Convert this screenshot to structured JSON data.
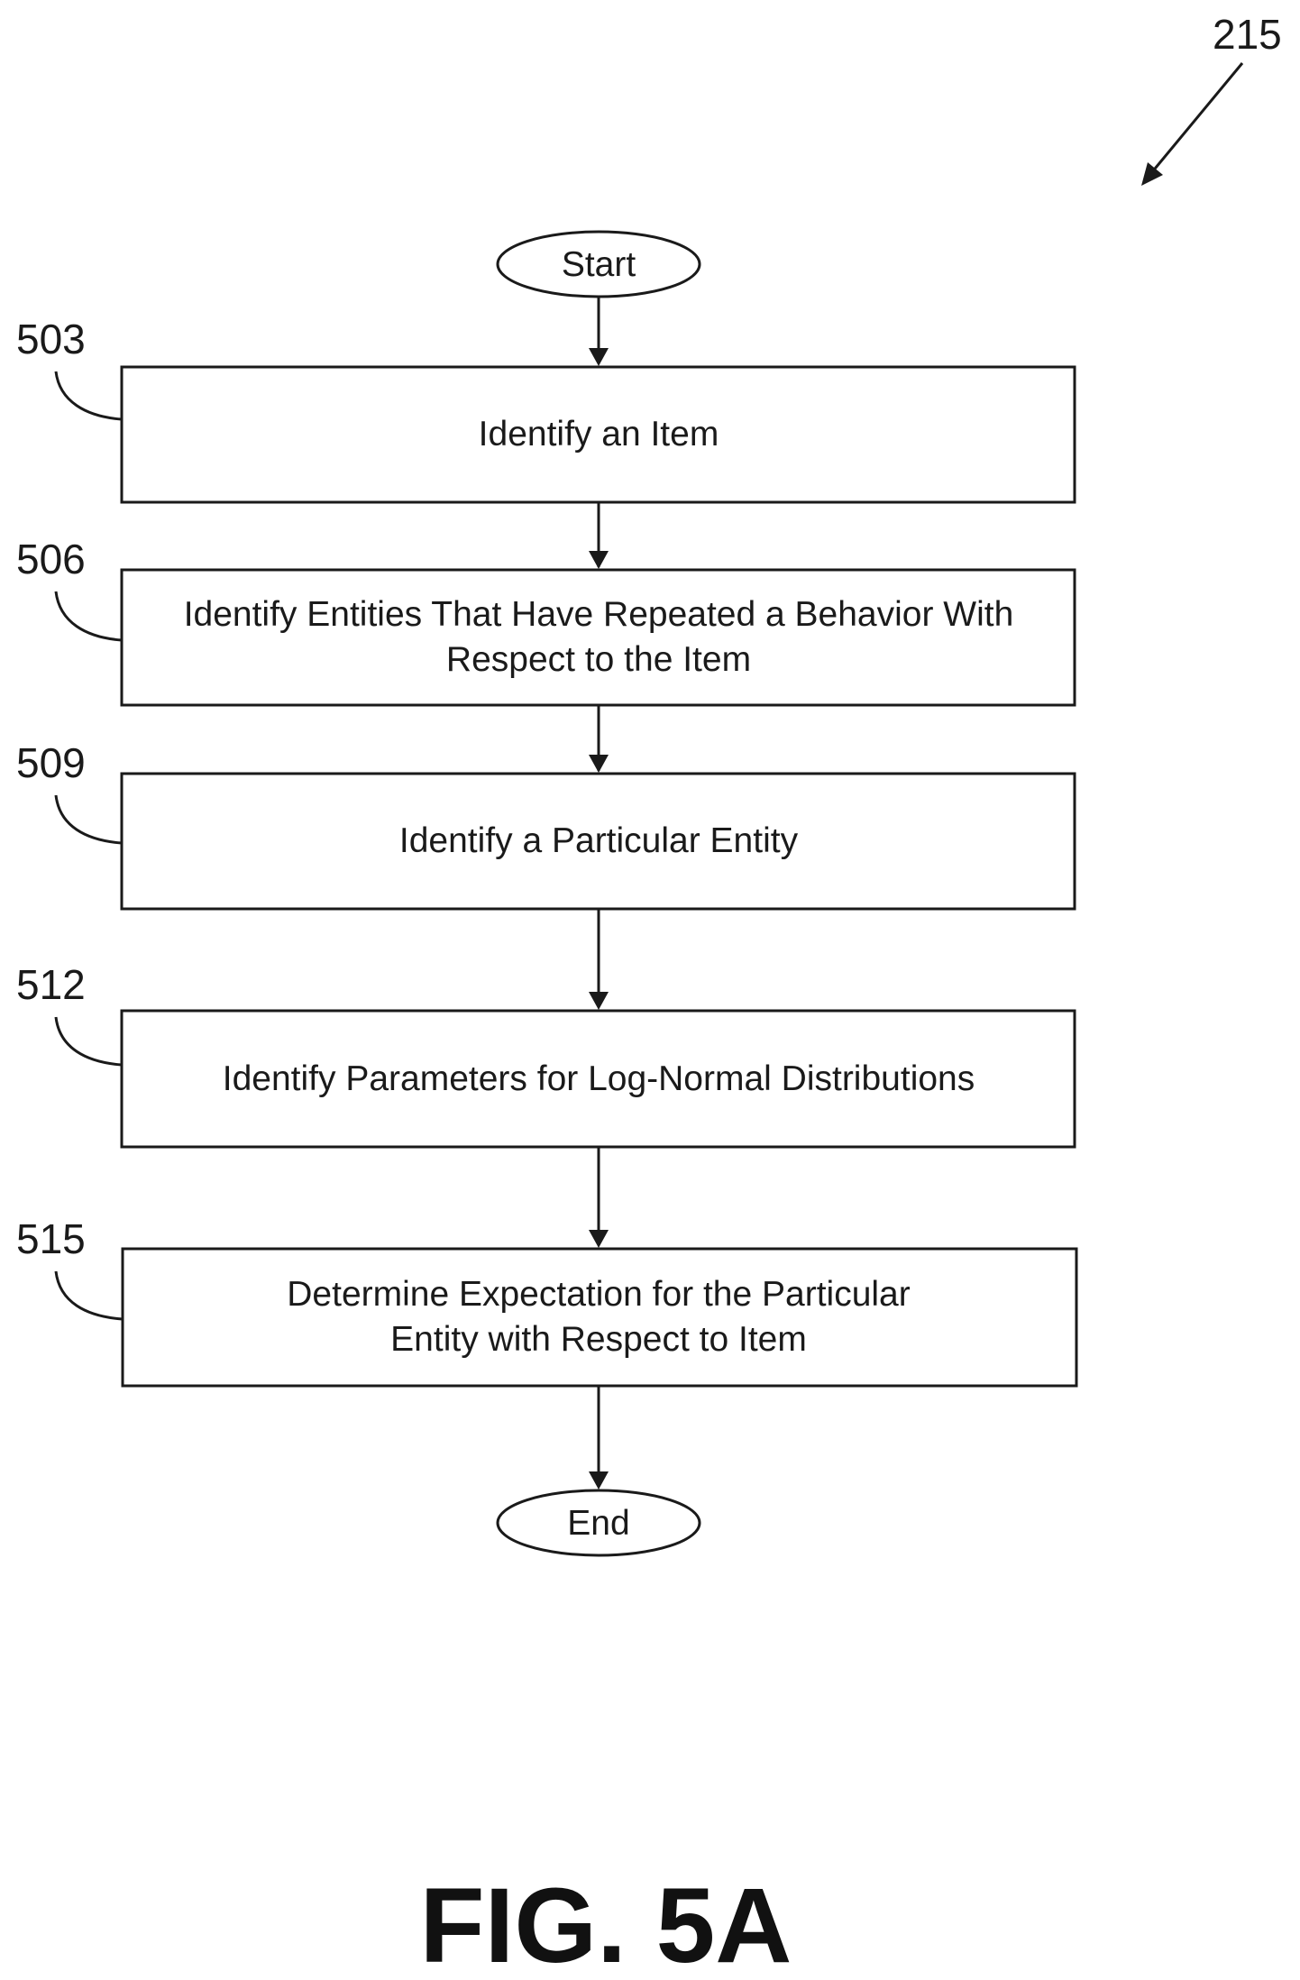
{
  "figure_ref": "215",
  "terminals": {
    "start": "Start",
    "end": "End"
  },
  "steps": [
    {
      "ref": "503",
      "lines": [
        "Identify an Item"
      ]
    },
    {
      "ref": "506",
      "lines": [
        "Identify Entities That Have Repeated a Behavior With",
        "Respect to the Item"
      ]
    },
    {
      "ref": "509",
      "lines": [
        "Identify a Particular Entity"
      ]
    },
    {
      "ref": "512",
      "lines": [
        "Identify Parameters for Log-Normal Distributions"
      ]
    },
    {
      "ref": "515",
      "lines": [
        "Determine Expectation for the Particular",
        "Entity with Respect to Item"
      ]
    }
  ],
  "figure_title": "FIG. 5A"
}
